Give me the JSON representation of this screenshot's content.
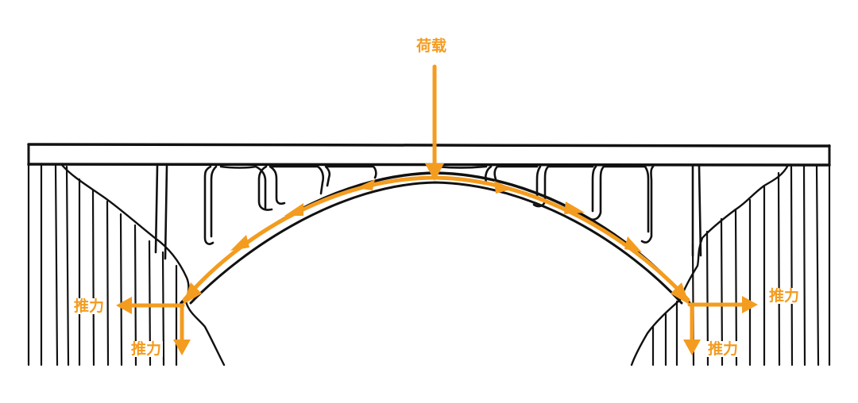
{
  "diagram": {
    "type": "arch-bridge-force-diagram",
    "accent_color": "#F39C1F",
    "ink_color": "#111111",
    "labels": {
      "load": "荷载",
      "left_horizontal_thrust": "推力",
      "left_vertical_thrust": "推力",
      "right_horizontal_thrust": "推力",
      "right_vertical_thrust": "推力"
    },
    "elements": [
      "bridge-deck",
      "spandrel-columns",
      "arch",
      "left-abutment-cliff",
      "right-abutment-cliff"
    ],
    "force_arrows": [
      {
        "name": "load",
        "direction": "down",
        "label_key": "load"
      },
      {
        "name": "arch-compression-left",
        "direction": "along-arch-left"
      },
      {
        "name": "arch-compression-right",
        "direction": "along-arch-right"
      },
      {
        "name": "left-horizontal-thrust",
        "direction": "left",
        "label_key": "left_horizontal_thrust"
      },
      {
        "name": "left-vertical-thrust",
        "direction": "down",
        "label_key": "left_vertical_thrust"
      },
      {
        "name": "right-horizontal-thrust",
        "direction": "right",
        "label_key": "right_horizontal_thrust"
      },
      {
        "name": "right-vertical-thrust",
        "direction": "down",
        "label_key": "right_vertical_thrust"
      }
    ]
  }
}
